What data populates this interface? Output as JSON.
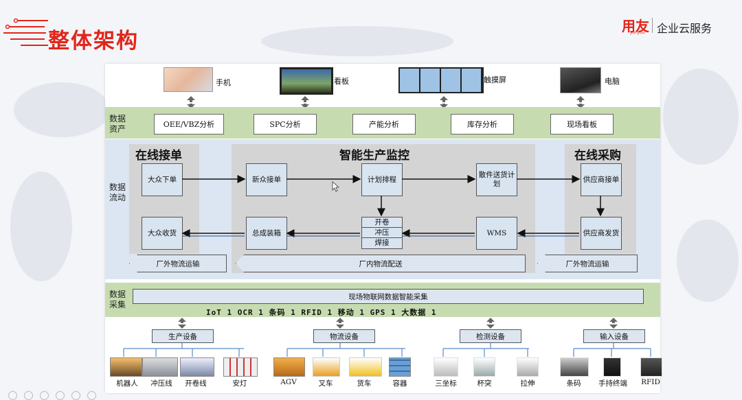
{
  "header": {
    "title": "整体架构",
    "brand": "用友",
    "brand_sub": "yonyou",
    "service": "企业云服务"
  },
  "devices": [
    {
      "label": "手机",
      "icon": "phone-photo-icon"
    },
    {
      "label": "看板",
      "icon": "monitor-board-icon"
    },
    {
      "label": "触摸屏",
      "icon": "touchscreen-wall-icon"
    },
    {
      "label": "电脑",
      "icon": "laptop-icon"
    }
  ],
  "data_assets": {
    "label": "数据资产",
    "items": [
      "OEE/VBZ分析",
      "SPC分析",
      "产能分析",
      "库存分析",
      "现场看板"
    ]
  },
  "data_flow": {
    "label": "数据流动",
    "online_order": {
      "title": "在线接单",
      "top": "大众下单",
      "bottom": "大众收货",
      "logistics": "厂外物流运输"
    },
    "production": {
      "title": "智能生产监控",
      "new_order": "新众接单",
      "plan": "计划排程",
      "parts_plan": "散件送货计划",
      "assembly": "总成装箱",
      "stages": [
        "开卷",
        "冲压",
        "焊接"
      ],
      "wms": "WMS",
      "logistics": "厂内物流配送"
    },
    "procurement": {
      "title": "在线采购",
      "supplier_order": "供应商接单",
      "supplier_ship": "供应商发货",
      "logistics": "厂外物流运输"
    }
  },
  "data_collection": {
    "label": "数据采集",
    "bar": "现场物联网数据智能采集",
    "techs": "IoT  1  OCR  1  条码  1  RFID  1  移动  1  GPS  1  大数据  1"
  },
  "equipment": [
    {
      "title": "生产设备",
      "items": [
        "机器人",
        "冲压线",
        "开卷线",
        "安灯"
      ]
    },
    {
      "title": "物流设备",
      "items": [
        "AGV",
        "叉车",
        "货车",
        "容器"
      ]
    },
    {
      "title": "检测设备",
      "items": [
        "三坐标",
        "杯突",
        "拉伸"
      ]
    },
    {
      "title": "输入设备",
      "items": [
        "条码",
        "手持终端",
        "RFID"
      ]
    }
  ],
  "colors": {
    "title_red": "#e1251b",
    "band_green": "#c6dcb0",
    "flow_blue": "#dce6f2",
    "section_grey": "#d4d4d4"
  }
}
